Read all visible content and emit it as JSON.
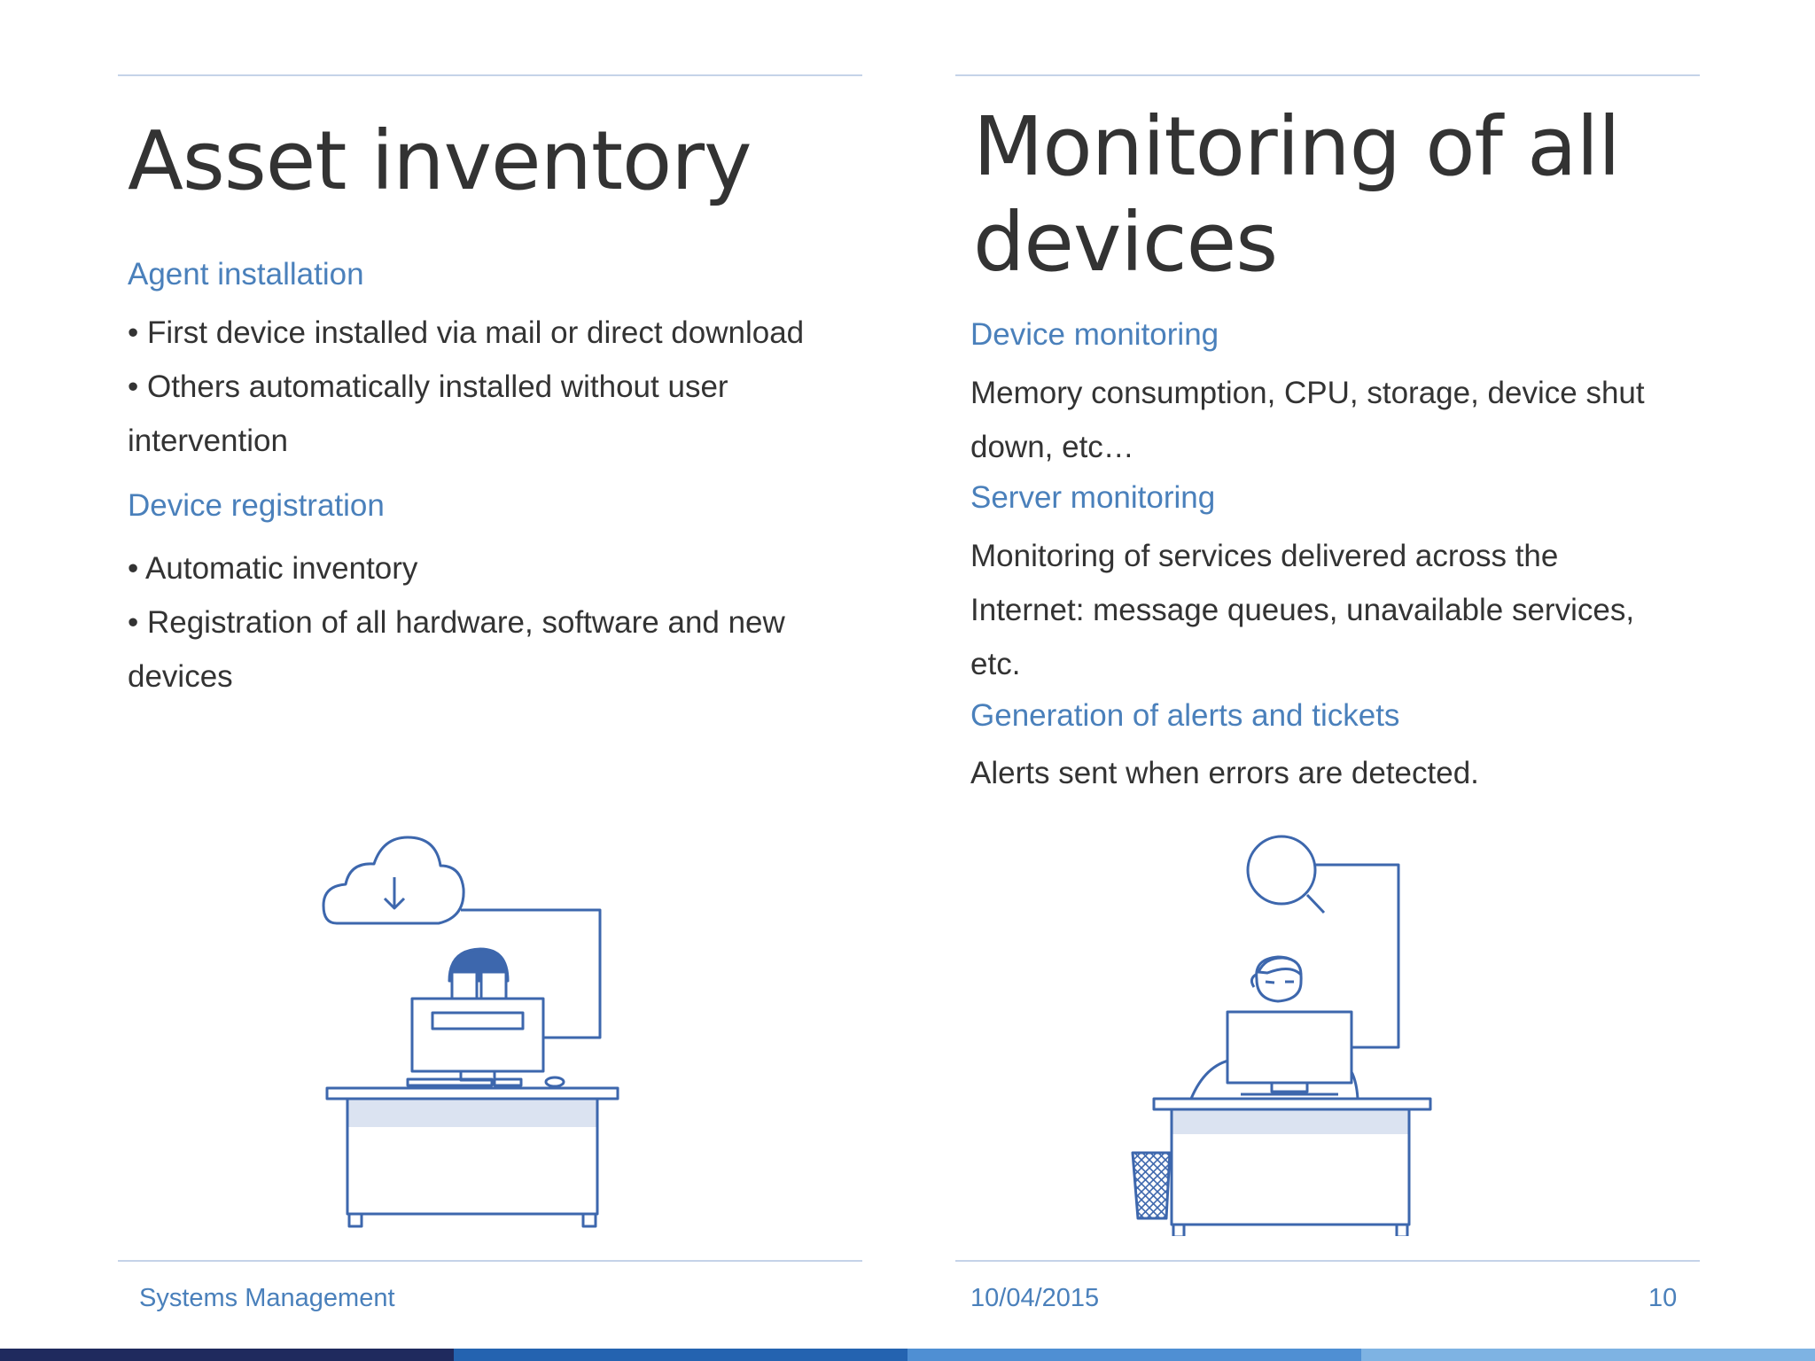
{
  "left": {
    "title": "Asset inventory",
    "sections": [
      {
        "heading": "Agent installation",
        "lines": [
          "• First device installed via mail or direct download",
          "• Others automatically installed without user",
          "intervention"
        ]
      },
      {
        "heading": "Device registration",
        "lines": [
          "• Automatic inventory",
          "• Registration of all hardware, software and new",
          "devices"
        ]
      }
    ]
  },
  "right": {
    "title_line1": "Monitoring of all",
    "title_line2": "devices",
    "sections": [
      {
        "heading": "Device monitoring",
        "lines": [
          "Memory consumption, CPU, storage, device shut",
          "down, etc…"
        ]
      },
      {
        "heading": "Server monitoring",
        "lines": [
          "Monitoring of services delivered across the",
          "Internet: message queues, unavailable services,",
          "etc."
        ]
      },
      {
        "heading": "Generation of alerts and tickets",
        "lines": [
          "Alerts sent when errors are detected."
        ]
      }
    ]
  },
  "footer": {
    "left_text": "Systems Management",
    "date": "10/04/2015",
    "page_number": "10"
  },
  "colors": {
    "accent": "#4a80bb",
    "text": "#333333",
    "rule": "#c5d3e8",
    "illustration_stroke": "#3d67ad",
    "strip": [
      "#1f2a5e",
      "#2463b0",
      "#4f8fd3",
      "#7eb3e3"
    ]
  },
  "icons": [
    "cloud-download-icon",
    "magnifier-icon",
    "trash-bin-icon"
  ]
}
